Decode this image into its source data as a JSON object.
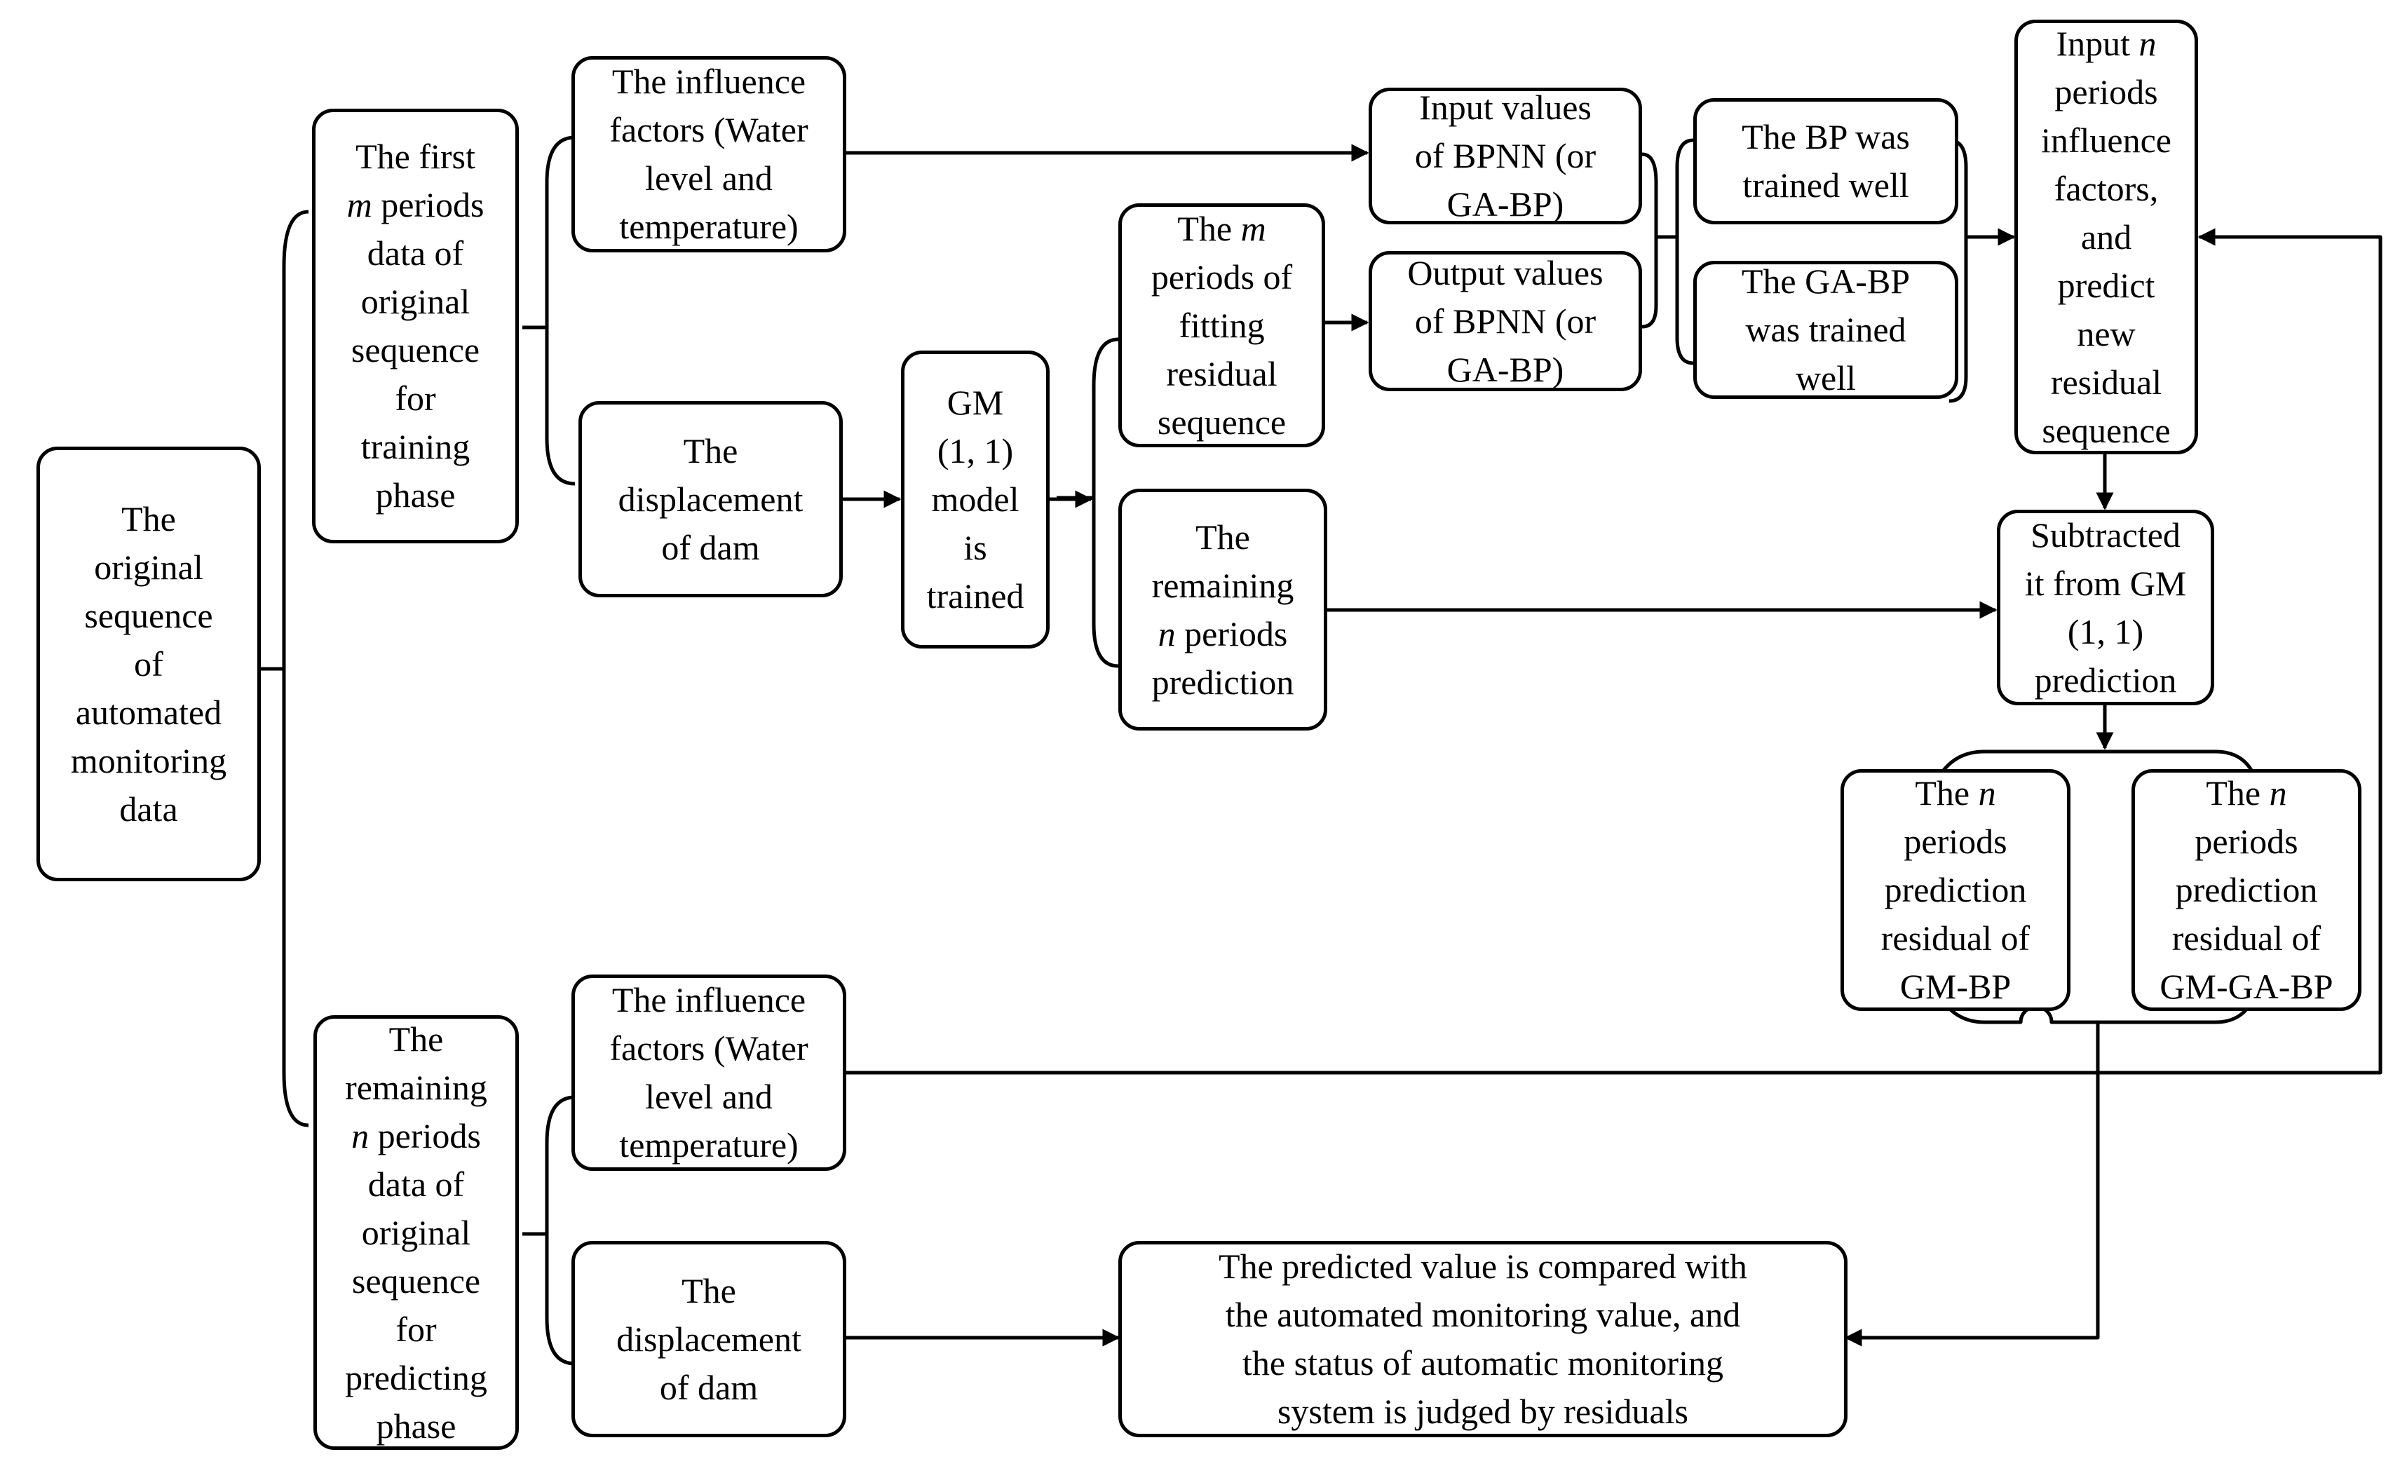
{
  "nodes": {
    "original_sequence": "The\noriginal\nsequence\nof\nautomated\nmonitoring\ndata",
    "first_m_periods": [
      "The first\n",
      "m",
      " periods\ndata of\noriginal\nsequence\nfor\ntraining\nphase"
    ],
    "influence_factors_training": "The influence\nfactors (Water\nlevel and\ntemperature)",
    "displacement_training": "The\ndisplacement\nof dam",
    "gm_model": "GM\n(1, 1)\nmodel\nis\ntrained",
    "m_periods_fitting": [
      "The ",
      "m",
      "\nperiods of\nfitting\nresidual\nsequence"
    ],
    "remaining_n_prediction": [
      "The\nremaining\n",
      "n",
      " periods\nprediction"
    ],
    "input_values_bpnn": "Input values\nof BPNN (or\nGA-BP)",
    "output_values_bpnn": "Output values\nof BPNN (or\nGA-BP)",
    "bp_trained": "The BP  was\ntrained well",
    "gabp_trained": "The GA-BP\nwas trained\nwell",
    "input_n_periods": [
      "Input ",
      "n",
      "\nperiods\ninfluence\nfactors,\nand\npredict\nnew\nresidual\nsequence"
    ],
    "subtracted": "Subtracted\nit from GM\n(1, 1)\nprediction",
    "residual_gm_bp": [
      "The ",
      "n",
      "\nperiods\nprediction\nresidual  of\nGM-BP"
    ],
    "residual_gm_ga_bp": [
      "The ",
      "n",
      "\nperiods\nprediction\nresidual of\nGM-GA-BP"
    ],
    "remaining_n_periods": [
      "The\nremaining\n",
      "n",
      " periods\ndata of\noriginal\nsequence\nfor\npredicting\nphase"
    ],
    "influence_factors_predicting": "The influence\nfactors (Water\nlevel and\ntemperature)",
    "displacement_predicting": "The\ndisplacement\nof dam",
    "comparison": "The predicted value is compared with\nthe automated monitoring value, and\nthe status of automatic monitoring\nsystem  is judged by residuals"
  }
}
